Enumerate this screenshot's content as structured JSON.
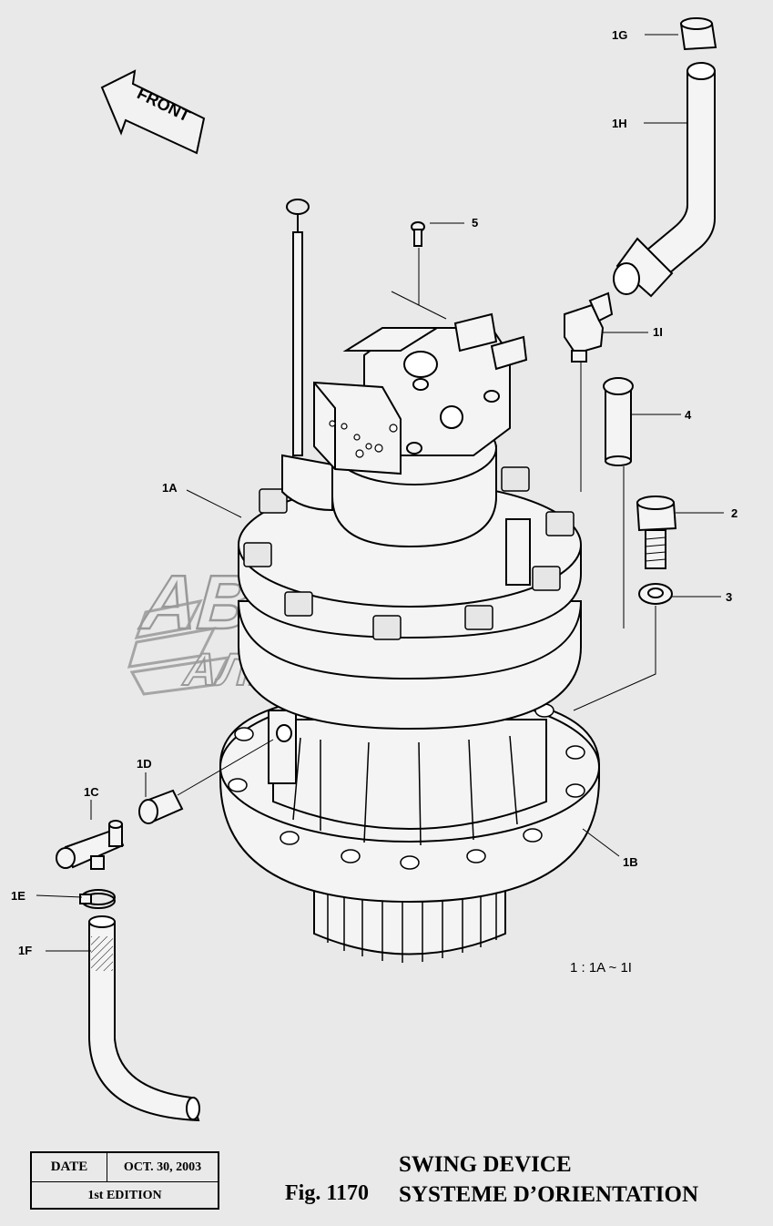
{
  "callouts": {
    "c1G": "1G",
    "c1H": "1H",
    "c5": "5",
    "c1I": "1I",
    "c4": "4",
    "c1A": "1A",
    "c2": "2",
    "c3": "3",
    "c1D": "1D",
    "c1C": "1C",
    "c1B": "1B",
    "c1E": "1E",
    "c1F": "1F"
  },
  "front_label": "FRONT",
  "watermark": {
    "line1": "АВТО",
    "line2": "АЛЬЯНС"
  },
  "kit_note": "1 : 1A ~ 1I",
  "date_box": {
    "date_label": "DATE",
    "date_value": "OCT. 30, 2003",
    "edition": "1st EDITION"
  },
  "figure_number": "Fig. 1170",
  "title_en": "SWING DEVICE",
  "title_fr": "SYSTEME D’ORIENTATION"
}
